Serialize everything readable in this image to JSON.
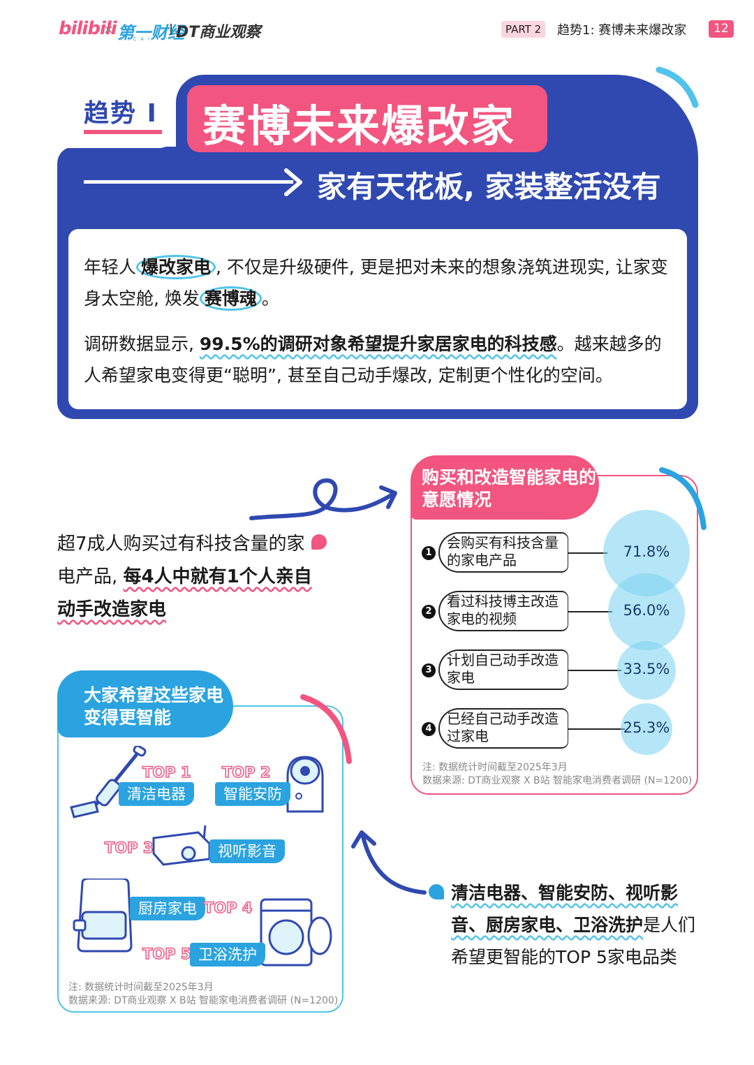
{
  "header": {
    "logo_bilibili": "bilibili",
    "logo_x": "×",
    "logo_yicai": "第一财经",
    "logo_yicai_sub": "YICAI",
    "logo_dt": "DT商业观察",
    "part": "PART 2",
    "section_title": "趋势1: 赛博未来爆改家",
    "page_number": "12"
  },
  "hero": {
    "trend_label": "趋势 I",
    "title": "赛博未来爆改家",
    "subtitle": "家有天花板, 家装整活没有",
    "para1": {
      "t1": "年轻人",
      "hl1": "爆改家电",
      "t2": ", 不仅是升级硬件, 更是把对未来的想象浇筑进现实, 让家变身太空舱, 焕发",
      "hl2": "赛博魂",
      "t3": "。"
    },
    "para2": {
      "t1": "调研数据显示, ",
      "hl1": "99.5%的调研对象希望提升家居家电的科技感",
      "t2": "。越来越多的人希望家电变得更“聪明”, 甚至自己动手爆改, 定制更个性化的空间。"
    }
  },
  "left_note": {
    "t1": "超7成人购买过有科技含量的家电产品, ",
    "b1": "每4人中就有1个人亲自动手改造家电"
  },
  "survey": {
    "title": "购买和改造智能家电的意愿情况",
    "note_line1": "注: 数据统计时间截至2025年3月",
    "note_line2": "数据来源: DT商业观察 X B站 智能家电消费者调研 (N=1200)",
    "items": [
      {
        "num": "1",
        "label": "会购买有科技含量的家电产品",
        "value": "71.8%",
        "pct": 71.8
      },
      {
        "num": "2",
        "label": "看过科技博主改造家电的视频",
        "value": "56.0%",
        "pct": 56.0
      },
      {
        "num": "3",
        "label": "计划自己动手改造家电",
        "value": "33.5%",
        "pct": 33.5
      },
      {
        "num": "4",
        "label": "已经自己动手改造过家电",
        "value": "25.3%",
        "pct": 25.3
      }
    ]
  },
  "appliances": {
    "title": "大家希望这些家电变得更智能",
    "note_line1": "注: 数据统计时间截至2025年3月",
    "note_line2": "数据来源: DT商业观察 X B站 智能家电消费者调研 (N=1200)",
    "items": [
      {
        "rank": "TOP 1",
        "label": "清洁电器",
        "icon": "vacuum-icon"
      },
      {
        "rank": "TOP 2",
        "label": "智能安防",
        "icon": "security-camera-icon"
      },
      {
        "rank": "TOP 3",
        "label": "视听影音",
        "icon": "projector-icon"
      },
      {
        "rank": "TOP 4",
        "label": "厨房家电",
        "icon": "air-fryer-icon"
      },
      {
        "rank": "TOP 5",
        "label": "卫浴洗护",
        "icon": "washing-machine-icon"
      }
    ]
  },
  "right_note": {
    "b1": "清洁电器、智能安防、视听影音、厨房家电、卫浴洗护",
    "t1": "是人们希望更智能的TOP 5家电品类"
  },
  "colors": {
    "brand_blue": "#2f49b0",
    "brand_pink": "#f2557f",
    "accent_cyan": "#2ba3e0",
    "bubble": "#78d2f0"
  }
}
